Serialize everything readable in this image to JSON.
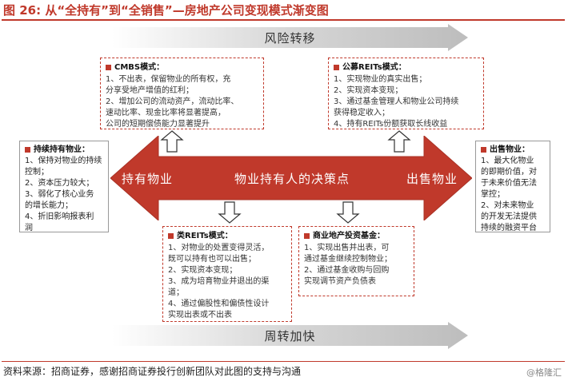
{
  "title": "图 26: 从“全持有”到“全销售”—房地产公司变现模式渐变图",
  "top_banner": "风险转移",
  "bottom_banner": "周转加快",
  "center_arrow": {
    "left_label": "持有物业",
    "center_label": "物业持有人的决策点",
    "right_label": "出售物业"
  },
  "cmbs": {
    "title": "CMBS模式：",
    "lines": [
      "1、不出表，保留物业的所有权，充",
      "分享受地产增值的红利；",
      "2、增加公司的流动资产，流动比率、",
      "速动比率、现金比率将显著提高，",
      "公司的短期偿债能力显著提升"
    ]
  },
  "public_reits": {
    "title": "公募REITs模式：",
    "lines": [
      "1、实现物业的真实出售；",
      "2、实现资本变现；",
      "3、通过基金管理人和物业公司持续",
      "获得稳定收入；",
      "4、持有REITs份额获取长线收益"
    ]
  },
  "hold": {
    "title": "持续持有物业：",
    "lines": [
      "1、保持对物业的持续",
      "控制；",
      "2、资本压力较大；",
      "3、弱化了核心业务",
      "的增长能力；",
      "4、折旧影响报表利",
      "润"
    ]
  },
  "sell": {
    "title": "出售物业：",
    "lines": [
      "1、最大化物业",
      "的即期价值，对",
      "于未来价值无法",
      "掌控；",
      "2、对未来物业",
      "的开发无法提供",
      "持续的融资平台"
    ]
  },
  "quasi_reits": {
    "title": "类REITs模式：",
    "lines": [
      "1、对物业的处置变得灵活，",
      "既可以持有也可以出售；",
      "2、实现资本变现；",
      "3、成为培育物业并退出的渠",
      "道；",
      "4、通过偏股性和偏债性设计",
      "实现出表或不出表"
    ]
  },
  "fund": {
    "title": "商业地产投资基金：",
    "lines": [
      "1、实现出售并出表，可",
      "通过基金继续控制物业；",
      "2、通过基金收购与回购",
      "实现调节资产负债表"
    ]
  },
  "source": "资料来源：招商证券，感谢招商证券投行创新团队对此图的支持与沟通",
  "watermark": "@格隆汇",
  "colors": {
    "accent": "#c0392b",
    "arrow_red": "#c0392b",
    "banner_gray": "#d9d9d9"
  }
}
